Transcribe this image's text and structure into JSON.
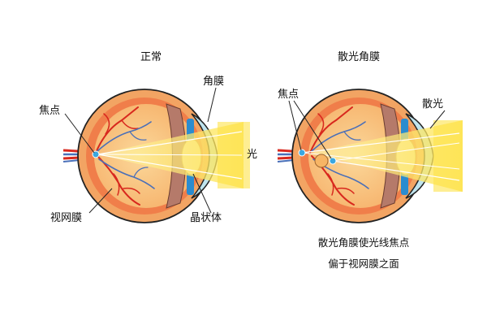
{
  "normal": {
    "title": "正常",
    "labels": {
      "focus": "焦点",
      "cornea": "角膜",
      "light": "光",
      "retina": "视网膜",
      "lens": "晶状体"
    }
  },
  "astig": {
    "title": "散光角膜",
    "labels": {
      "focus": "焦点",
      "scatter": "散光"
    },
    "caption_line1": "散光角膜使光线焦点",
    "caption_line2": "偏于视网膜之面"
  },
  "colors": {
    "sclera": "#f2a463",
    "retina": "#f07e4a",
    "vitreous": "#f9c58a",
    "choroid": "#b57a6a",
    "cornea": "#bfe4ee",
    "iris": "#2b8ccf",
    "lens": "#fbe6a6",
    "beam": "#fde24a",
    "vessel_red": "#d8281e",
    "vessel_blue": "#4a6fb8",
    "focus_point": "#3aa7e0"
  }
}
